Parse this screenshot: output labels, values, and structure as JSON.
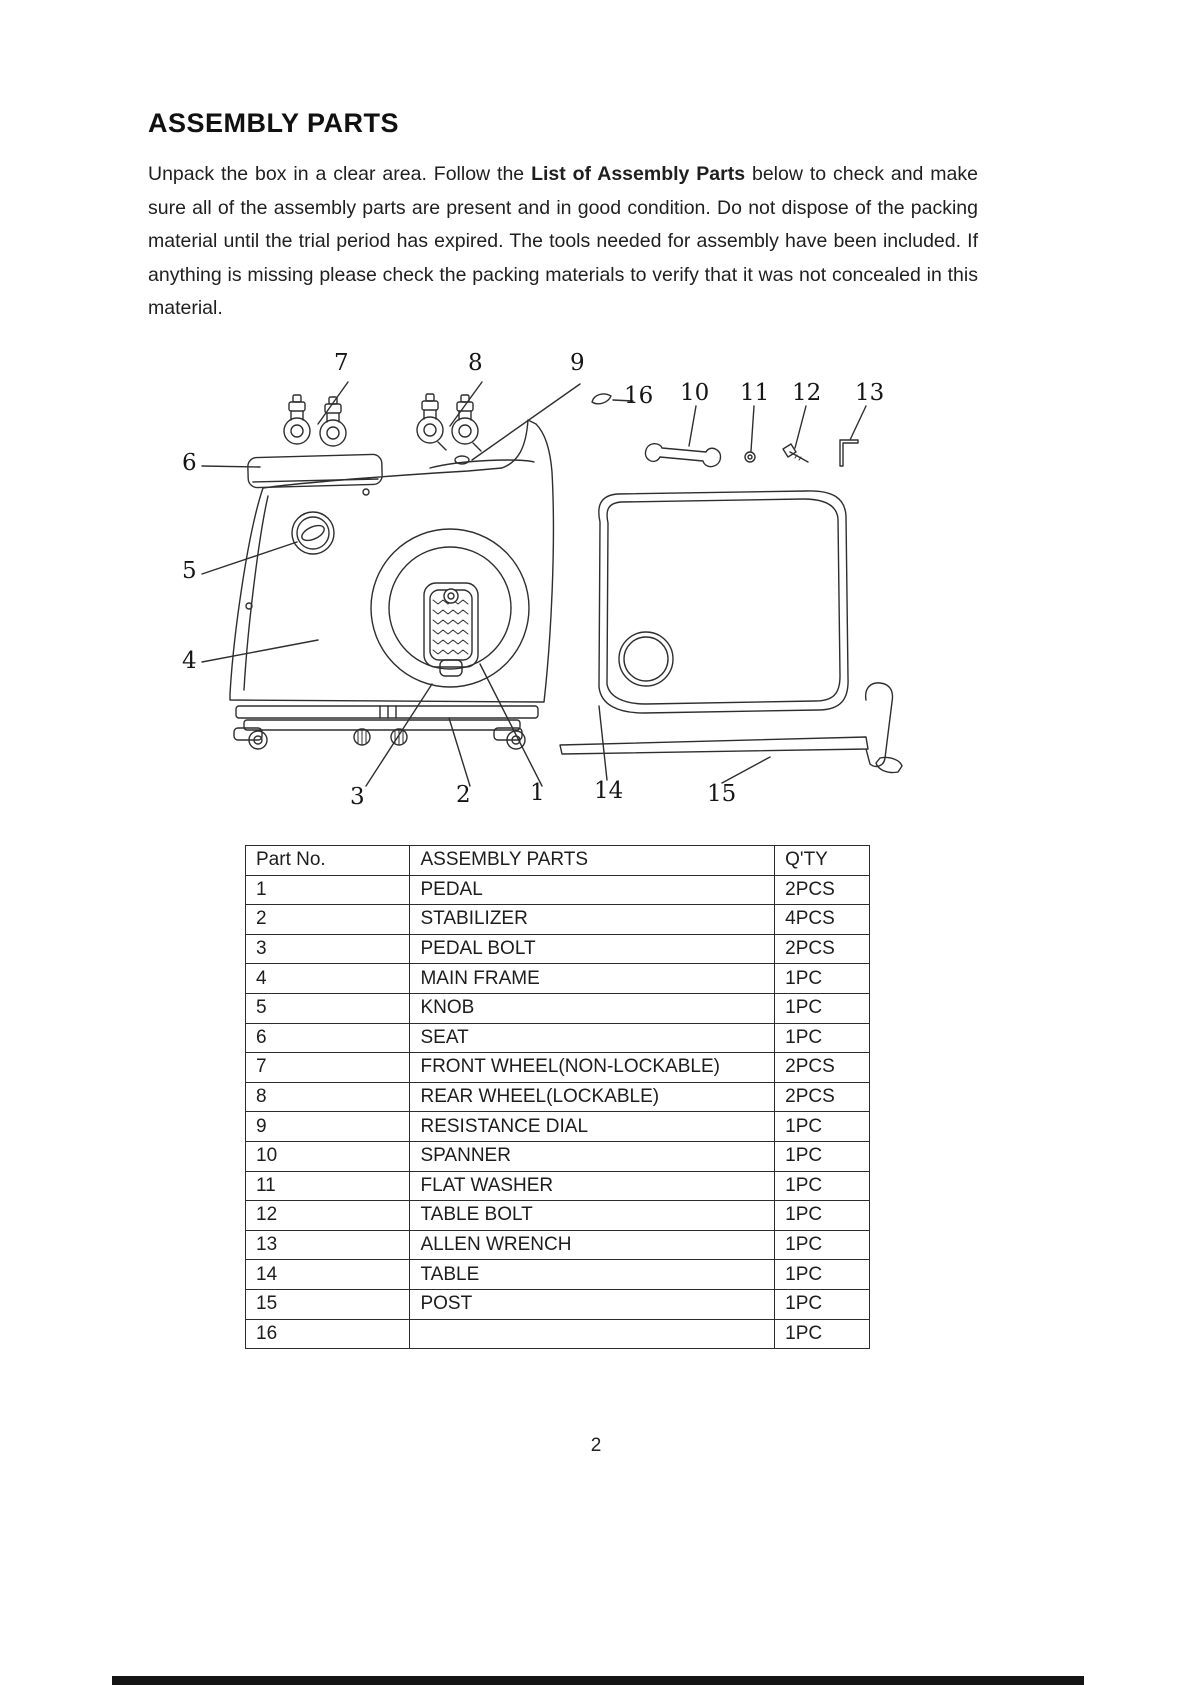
{
  "document": {
    "title": "ASSEMBLY PARTS",
    "intro": {
      "text_before": "Unpack the box in a clear area. Follow the ",
      "text_bold": "List of Assembly Parts",
      "text_after": " below to check and make sure all of the assembly parts are present and in good condition. Do not dispose of the packing material until the trial period has expired. The tools needed for assembly have been included. If anything is missing please check the packing materials to verify that it was not concealed in this material."
    },
    "page_number": "2"
  },
  "diagram": {
    "callouts": [
      "1",
      "2",
      "3",
      "4",
      "5",
      "6",
      "7",
      "8",
      "9",
      "10",
      "11",
      "12",
      "13",
      "14",
      "15",
      "16"
    ]
  },
  "parts_table": {
    "headers": [
      "Part No.",
      "ASSEMBLY PARTS",
      "Q'TY"
    ],
    "rows": [
      {
        "no": "1",
        "name": "PEDAL",
        "qty": "2PCS"
      },
      {
        "no": "2",
        "name": "STABILIZER",
        "qty": "4PCS"
      },
      {
        "no": "3",
        "name": "PEDAL BOLT",
        "qty": "2PCS"
      },
      {
        "no": "4",
        "name": "MAIN FRAME",
        "qty": "1PC"
      },
      {
        "no": "5",
        "name": "KNOB",
        "qty": "1PC"
      },
      {
        "no": "6",
        "name": "SEAT",
        "qty": "1PC"
      },
      {
        "no": "7",
        "name": "FRONT WHEEL(NON-LOCKABLE)",
        "qty": "2PCS"
      },
      {
        "no": "8",
        "name": "REAR WHEEL(LOCKABLE)",
        "qty": "2PCS"
      },
      {
        "no": "9",
        "name": "RESISTANCE DIAL",
        "qty": "1PC"
      },
      {
        "no": "10",
        "name": "SPANNER",
        "qty": "1PC"
      },
      {
        "no": "11",
        "name": "FLAT WASHER",
        "qty": "1PC"
      },
      {
        "no": "12",
        "name": "TABLE BOLT",
        "qty": "1PC"
      },
      {
        "no": "13",
        "name": "ALLEN WRENCH",
        "qty": "1PC"
      },
      {
        "no": "14",
        "name": "TABLE",
        "qty": "1PC"
      },
      {
        "no": "15",
        "name": "POST",
        "qty": "1PC"
      },
      {
        "no": "16",
        "name": "",
        "qty": "1PC"
      }
    ]
  }
}
